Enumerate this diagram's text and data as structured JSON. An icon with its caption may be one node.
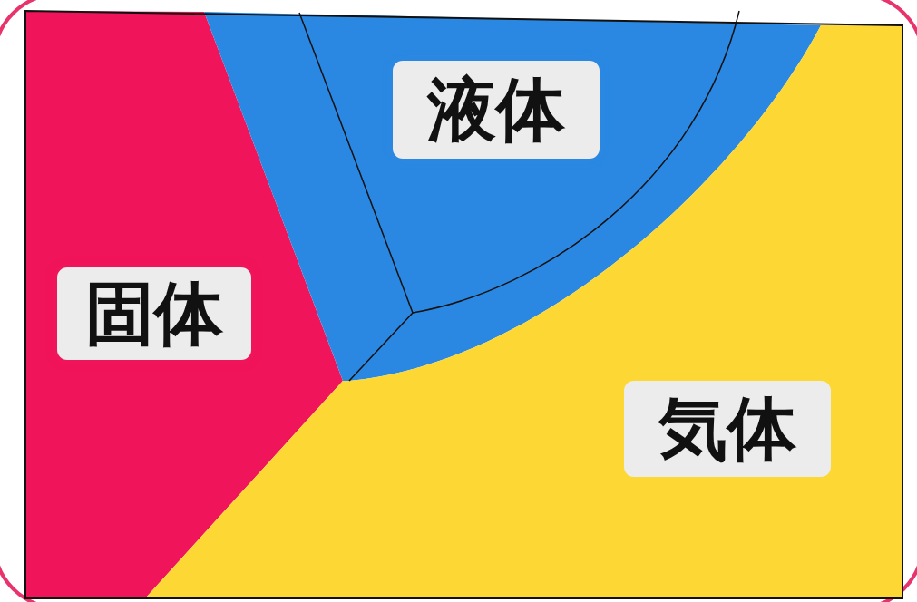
{
  "diagram": {
    "nodes": [
      {
        "text": [
          "液体"
        ]
      },
      {
        "text": [
          "固体"
        ]
      },
      {
        "text": [
          "気体"
        ]
      }
    ]
  }
}
